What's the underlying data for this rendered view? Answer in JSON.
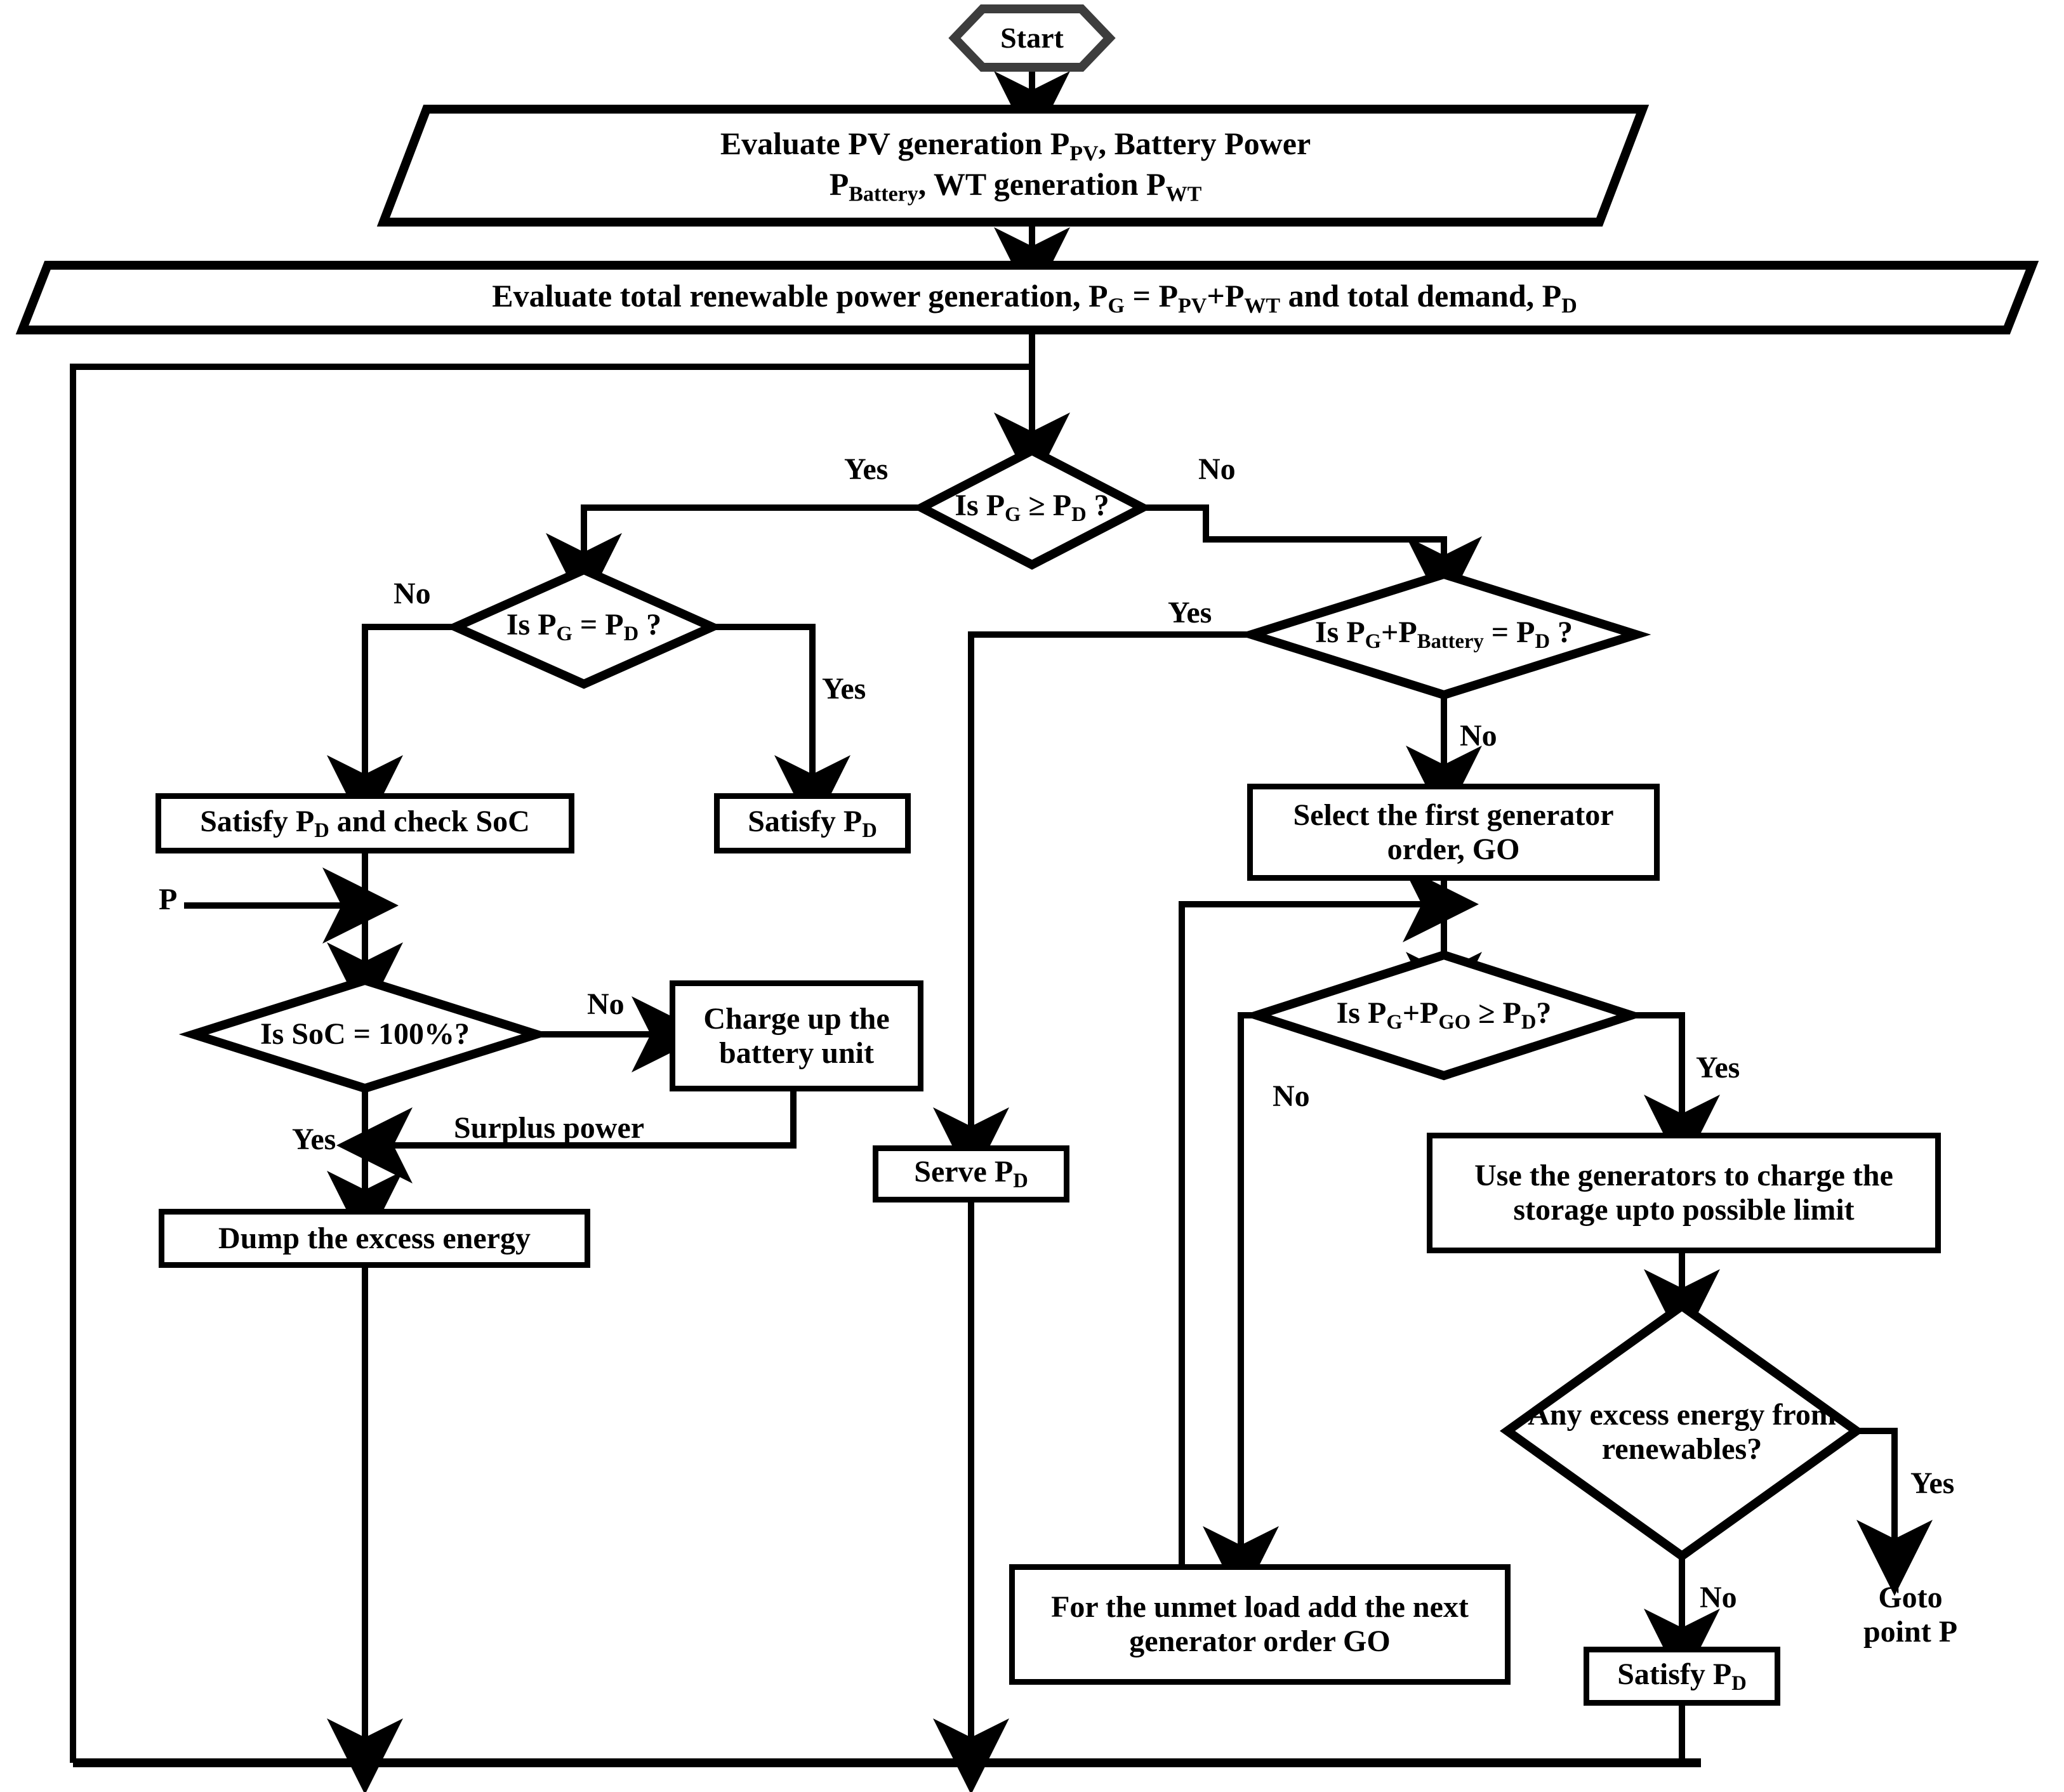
{
  "diagram": {
    "title": "Microgrid energy management dispatch flowchart",
    "colors": {
      "line": "#000000",
      "start_border": "#3d3d3d",
      "fill": "#ffffff"
    }
  },
  "nodes": {
    "start": {
      "label": "Start",
      "shape": "hexagon"
    },
    "eval_sources_line1": "Evaluate PV generation P",
    "eval_sources_sub1": "PV",
    "eval_sources_mid": ", Battery Power",
    "eval_sources_line2a": "P",
    "eval_sources_sub2": "Battery",
    "eval_sources_line2b": ", WT generation P",
    "eval_sources_sub3": "WT",
    "eval_total_a": "Evaluate total renewable power generation, P",
    "eval_total_subG": "G",
    "eval_total_b": " = P",
    "eval_total_subPV": "PV",
    "eval_total_c": "+P",
    "eval_total_subWT": "WT",
    "eval_total_d": " and total demand, P",
    "eval_total_subD": "D",
    "d1": {
      "text": "Is P_G ≥ P_D ?",
      "shape": "diamond"
    },
    "d2": {
      "text": "Is P_G = P_D ?",
      "shape": "diamond"
    },
    "d3": {
      "text": "Is P_G+P_Battery = P_D ?",
      "shape": "diamond"
    },
    "d4": {
      "text": "Is SoC = 100%?",
      "shape": "diamond"
    },
    "d5": {
      "text": "Is P_G+P_GO ≥ P_D?",
      "shape": "diamond"
    },
    "d6": {
      "text": "Any excess energy from renewables?",
      "shape": "diamond"
    },
    "b_satisfy_soc": "Satisfy P_D and check SoC",
    "b_satisfy_pd": "Satisfy P_D",
    "b_select_gen": "Select the first generator order, GO",
    "b_charge_batt": "Charge up the battery unit",
    "b_serve_pd": "Serve P_D",
    "b_dump": "Dump the excess energy",
    "b_use_gen": "Use the generators to charge the storage upto possible limit",
    "b_unmet": "For the unmet load add the next generator order GO",
    "b_satisfy_pd2": "Satisfy P_D",
    "goto_point": "Goto point P"
  },
  "edge_labels": {
    "d1_yes": "Yes",
    "d1_no": "No",
    "d2_no": "No",
    "d2_yes": "Yes",
    "d3_yes": "Yes",
    "d3_no": "No",
    "d4_no": "No",
    "d4_yes": "Yes",
    "d5_no": "No",
    "d5_yes": "Yes",
    "d6_yes": "Yes",
    "d6_no": "No",
    "surplus": "Surplus power",
    "point_p": "P"
  }
}
